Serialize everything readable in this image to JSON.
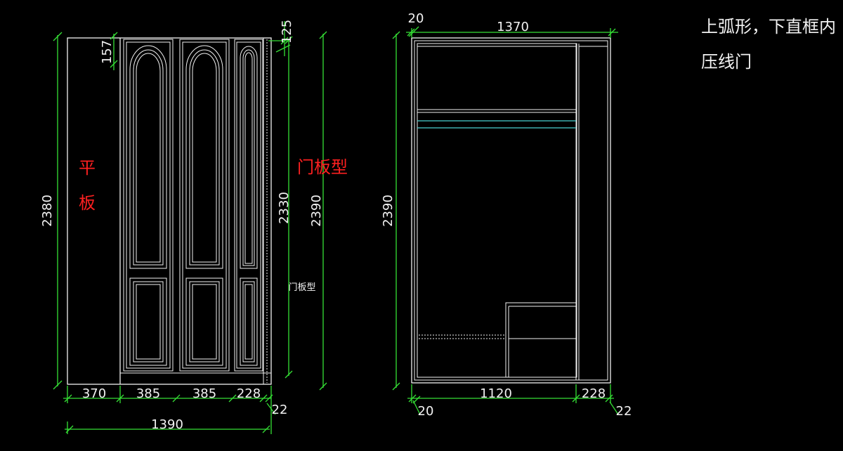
{
  "note": {
    "line1": "上弧形，下直框内",
    "line2": "压线门"
  },
  "labels": {
    "flat_panel_1": "平",
    "flat_panel_2": "板",
    "door_type_big": "门板型",
    "door_type_small": "门板型"
  },
  "front_view": {
    "dims": {
      "height_total": "2380",
      "top_gap": "157",
      "top_right": "125",
      "door_height": "2330",
      "height_right": "2390",
      "width_left": "370",
      "width_door1": "385",
      "width_door2": "385",
      "width_door3": "228",
      "edge": "22",
      "width_total": "1390"
    }
  },
  "side_view": {
    "dims": {
      "edge_top": "20",
      "width_top": "1370",
      "height": "2390",
      "edge_bottom": "20",
      "width_inner": "1120",
      "width_right": "228",
      "edge_right": "22"
    }
  },
  "colors": {
    "background": "#000000",
    "lines": "#f2f2f2",
    "dimensions": "#35e035",
    "labels_red": "#ff2020",
    "shelf_cyan": "#49d0d0"
  }
}
